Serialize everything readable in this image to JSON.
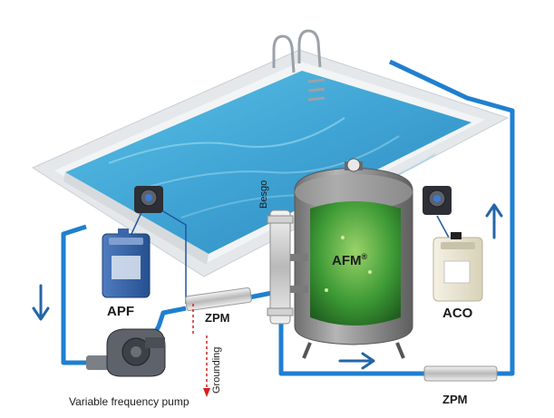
{
  "labels": {
    "apf": "APF",
    "aco": "ACO",
    "zpm_left": "ZPM",
    "zpm_bottom": "ZPM",
    "afm": "AFM",
    "afm_sup": "®",
    "besgo": "Besgo",
    "grounding": "Grounding",
    "pump": "Variable frequency pump"
  },
  "colors": {
    "pipe": "#1f7fd0",
    "arrow": "#2465a8",
    "pool_water": "#3fa4d4",
    "pool_deck": "#e9edf0",
    "tank": "#8e8e8e",
    "media": "#3d9a35",
    "apf_liquid": "#2f5ea0",
    "aco_liquid": "#e8e2cc",
    "grounding_wire": "#d42020"
  },
  "icons": {
    "pump": "pump-icon",
    "dosing_pump": "dosing-pump-icon",
    "tank": "filter-tank-icon",
    "canister": "canister-icon",
    "zpm": "zpm-cell-icon",
    "valve": "multiport-valve-icon",
    "ladder": "pool-ladder-icon"
  }
}
